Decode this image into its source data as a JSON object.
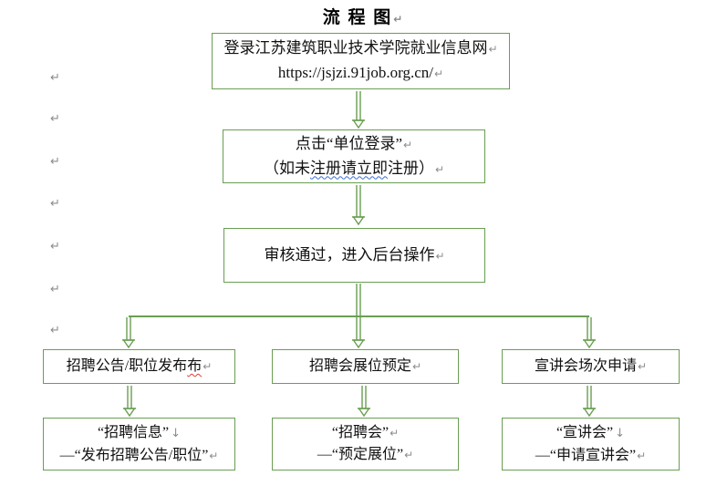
{
  "title": {
    "text": "流 程 图",
    "mark": "↵"
  },
  "marks": {
    "paragraph": "↵",
    "linebreak": "↓"
  },
  "colors": {
    "shape_green": "#6A9E53",
    "mark_gray": "#8C8C8C",
    "spellcheck_blue": "#3B6FD4",
    "spellcheck_red": "#E03C31",
    "text": "#111111",
    "background": "#FFFFFF"
  },
  "flow": {
    "login": {
      "line1": "登录江苏建筑职业技术学院就业信息网",
      "line2": "https://jsjzi.91job.org.cn/"
    },
    "unit_login": {
      "line1": "点击“单位登录”",
      "line2_pre": "（如未",
      "line2_misspell": "注册请立即",
      "line2_post": "注册）"
    },
    "review": {
      "line1": "审核通过，进入后台操作"
    },
    "branch_announce": {
      "pre": "招聘公告/职位发布",
      "misspell": "布"
    },
    "branch_fair": {
      "text": "招聘会展位预定"
    },
    "branch_session": {
      "text": "宣讲会场次申请"
    },
    "detail_announce": {
      "line1": "“招聘信息”",
      "line2": "—“发布招聘公告/职位”"
    },
    "detail_fair": {
      "line1": "“招聘会”",
      "line2": "—“预定展位”"
    },
    "detail_session": {
      "line1": "“宣讲会”",
      "line2": "—“申请宣讲会”"
    }
  }
}
